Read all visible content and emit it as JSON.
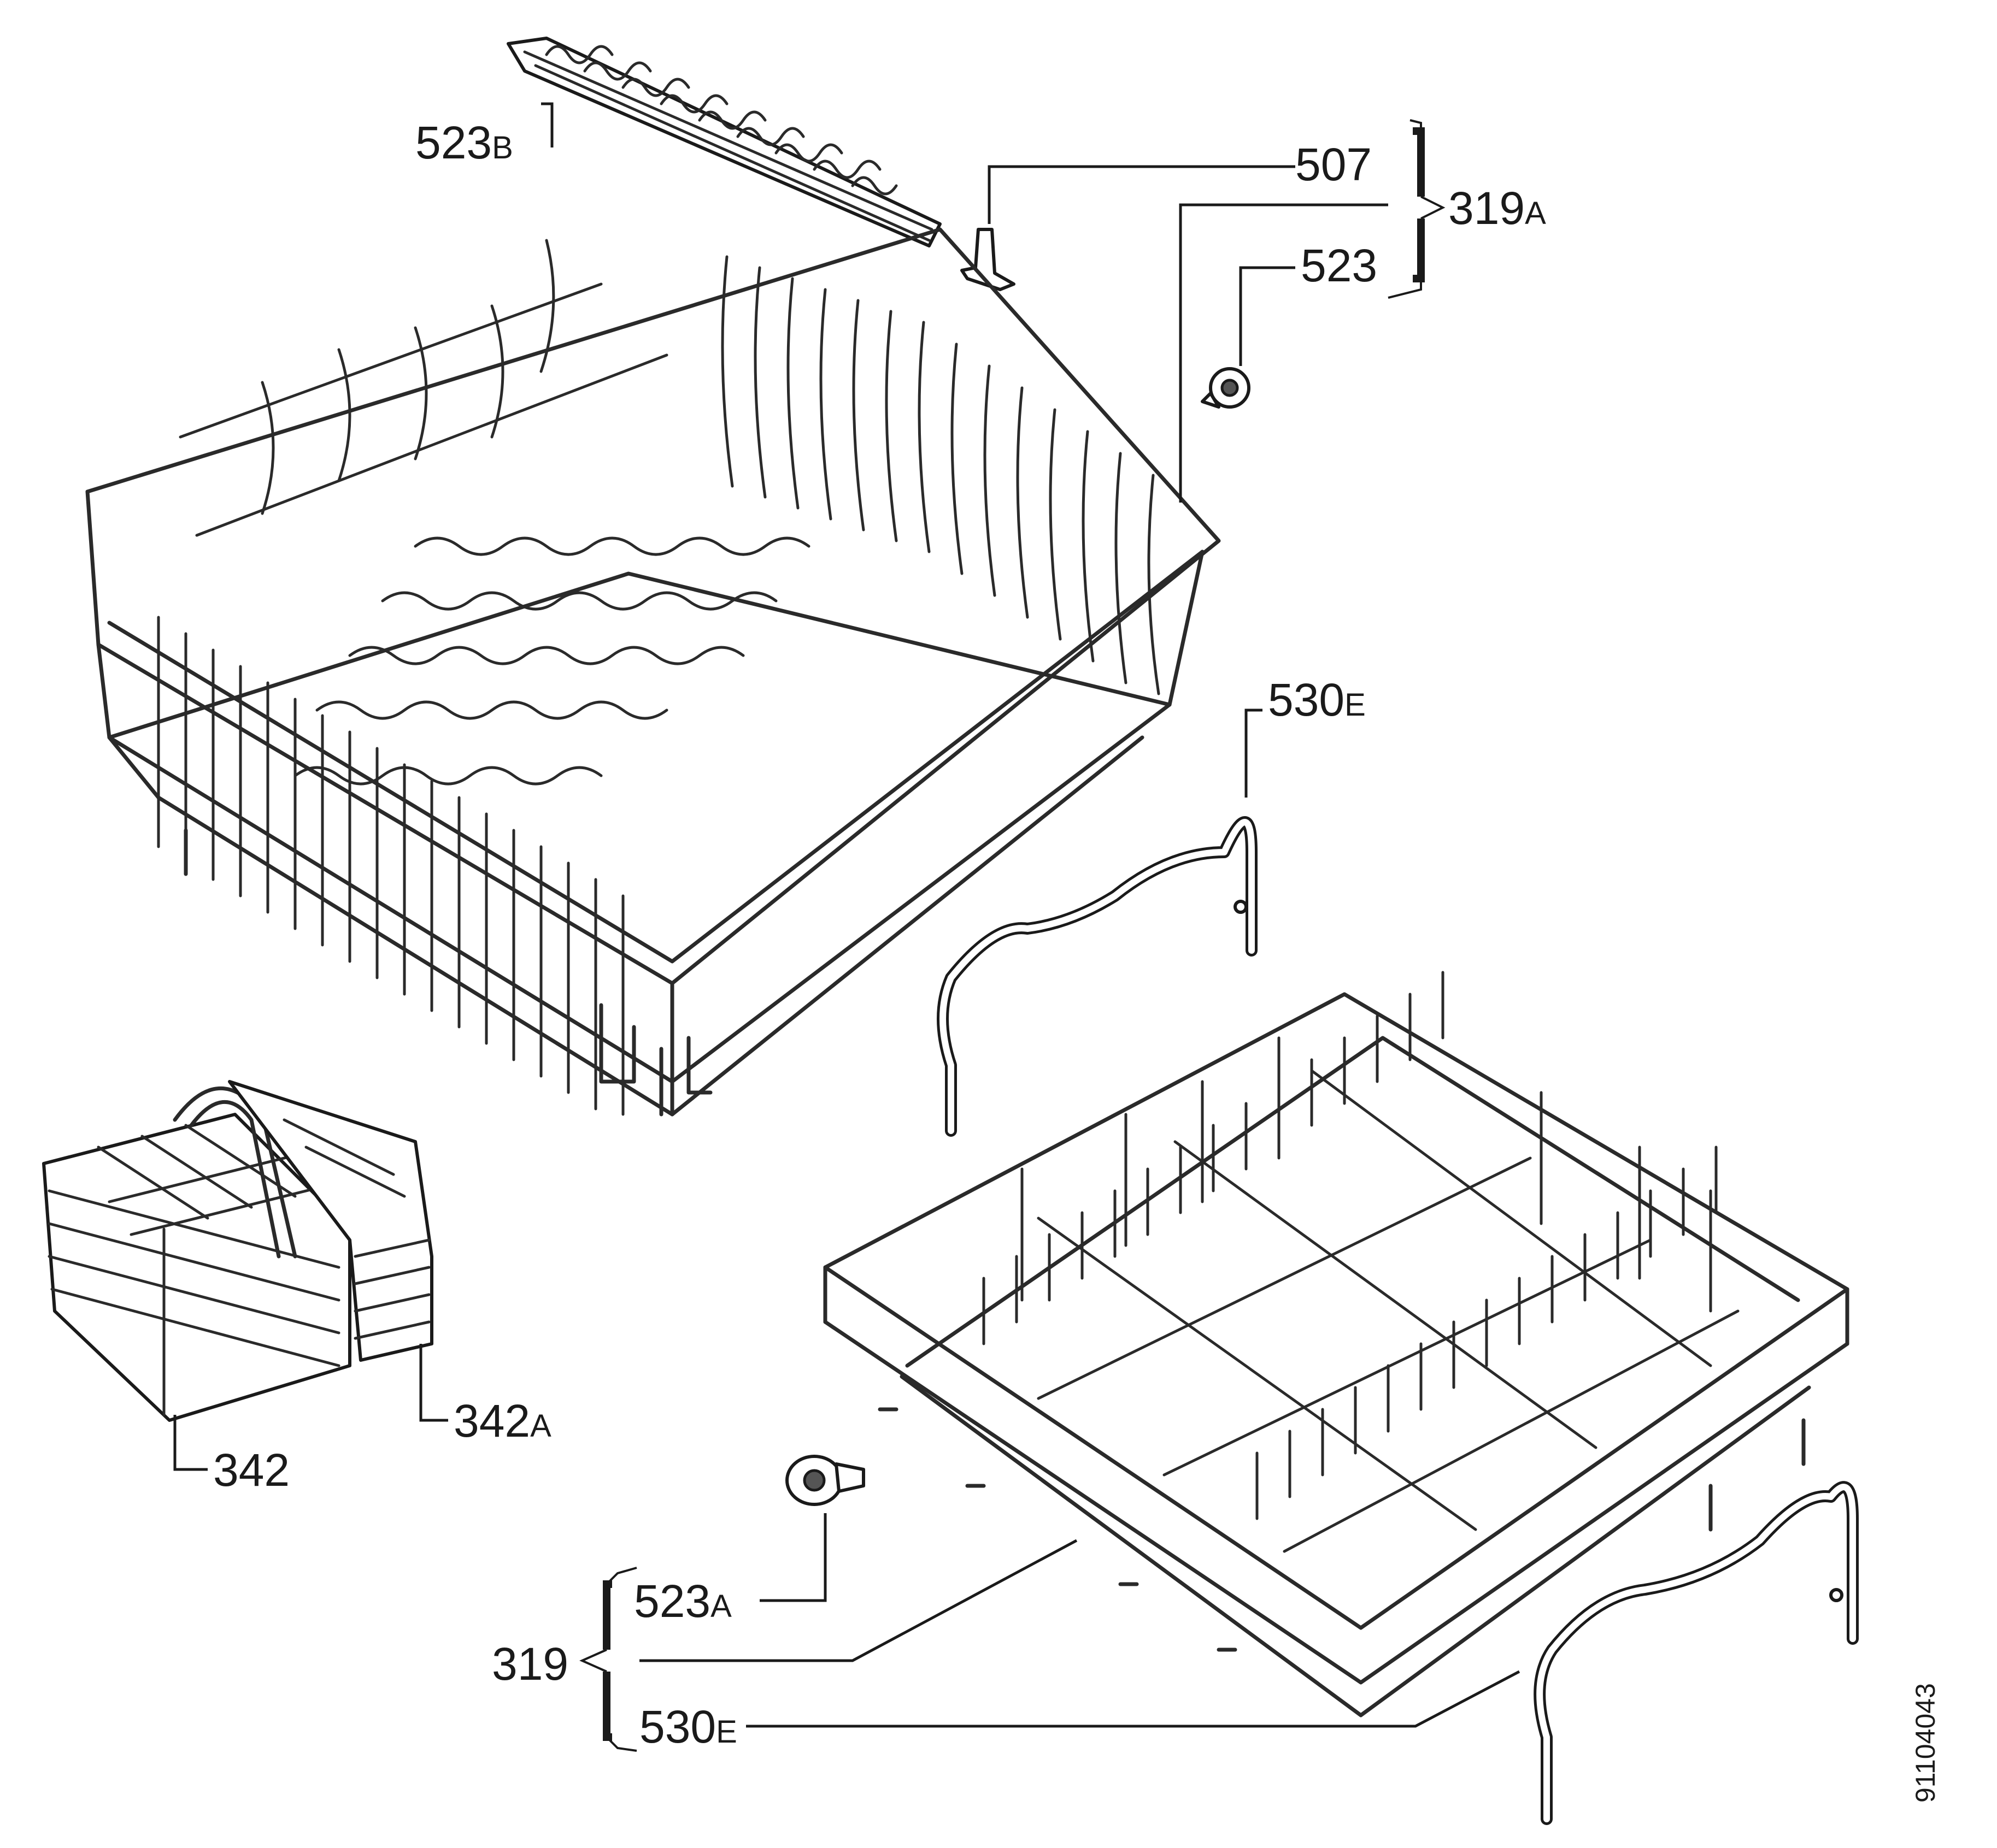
{
  "labels": {
    "l_523B": {
      "num": "523",
      "suffix": "B"
    },
    "l_507": {
      "num": "507",
      "suffix": ""
    },
    "l_319A": {
      "num": "319",
      "suffix": "A"
    },
    "l_523": {
      "num": "523",
      "suffix": ""
    },
    "l_530E_top": {
      "num": "530",
      "suffix": "E"
    },
    "l_342A": {
      "num": "342",
      "suffix": "A"
    },
    "l_342": {
      "num": "342",
      "suffix": ""
    },
    "l_523A": {
      "num": "523",
      "suffix": "A"
    },
    "l_319": {
      "num": "319",
      "suffix": ""
    },
    "l_530E_bottom": {
      "num": "530",
      "suffix": "E"
    }
  },
  "drawing_code": "91104043"
}
